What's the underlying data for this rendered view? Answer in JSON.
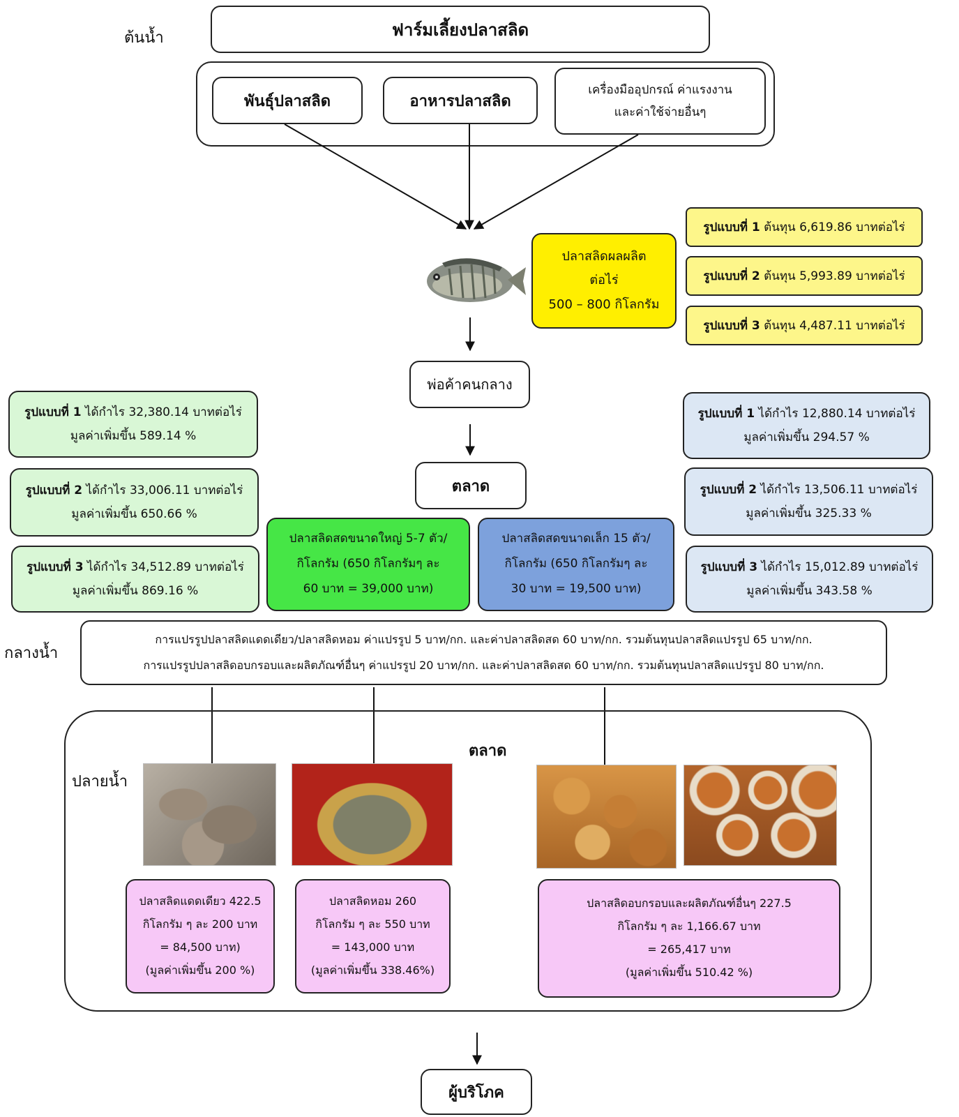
{
  "stages": {
    "upstream": "ต้นน้ำ",
    "midstream": "กลางน้ำ",
    "downstream": "ปลายน้ำ"
  },
  "farm": {
    "title": "ฟาร์มเลี้ยงปลาสลิด"
  },
  "inputs": {
    "seed": "พันธุ์ปลาสลิด",
    "feed": "อาหารปลาสลิด",
    "equipment_line1": "เครื่องมืออุปกรณ์ ค่าแรงงาน",
    "equipment_line2": "และค่าใช้จ่ายอื่นๆ"
  },
  "yield": {
    "line1": "ปลาสลิดผลผลิต",
    "line2": "ต่อไร่",
    "line3": "500 – 800 กิโลกรัม"
  },
  "costs": [
    {
      "label": "รูปแบบที่ 1",
      "text": "ต้นทุน 6,619.86 บาทต่อไร่"
    },
    {
      "label": "รูปแบบที่ 2",
      "text": "ต้นทุน 5,993.89 บาทต่อไร่"
    },
    {
      "label": "รูปแบบที่ 3",
      "text": "ต้นทุน 4,487.11 บาทต่อไร่"
    }
  ],
  "middleman": "พ่อค้าคนกลาง",
  "market_mid": "ตลาด",
  "profits_large": [
    {
      "label": "รูปแบบที่ 1",
      "text": "ได้กำไร 32,380.14 บาทต่อไร่",
      "value_added": "มูลค่าเพิ่มขึ้น 589.14 %"
    },
    {
      "label": "รูปแบบที่ 2",
      "text": "ได้กำไร 33,006.11 บาทต่อไร่",
      "value_added": "มูลค่าเพิ่มขึ้น 650.66 %"
    },
    {
      "label": "รูปแบบที่ 3",
      "text": "ได้กำไร 34,512.89 บาทต่อไร่",
      "value_added": "มูลค่าเพิ่มขึ้น 869.16 %"
    }
  ],
  "profits_small": [
    {
      "label": "รูปแบบที่ 1",
      "text": "ได้กำไร 12,880.14 บาทต่อไร่",
      "value_added": "มูลค่าเพิ่มขึ้น 294.57 %"
    },
    {
      "label": "รูปแบบที่ 2",
      "text": "ได้กำไร 13,506.11 บาทต่อไร่",
      "value_added": "มูลค่าเพิ่มขึ้น 325.33 %"
    },
    {
      "label": "รูปแบบที่ 3",
      "text": "ได้กำไร 15,012.89 บาทต่อไร่",
      "value_added": "มูลค่าเพิ่มขึ้น 343.58 %"
    }
  ],
  "fresh_large": {
    "line1": "ปลาสลิดสดขนาดใหญ่ 5-7 ตัว/",
    "line2": "กิโลกรัม (650 กิโลกรัมๆ ละ",
    "line3": "60 บาท = 39,000 บาท)"
  },
  "fresh_small": {
    "line1": "ปลาสลิดสดขนาดเล็ก 15 ตัว/",
    "line2": "กิโลกรัม (650 กิโลกรัมๆ ละ",
    "line3": "30 บาท = 19,500 บาท)"
  },
  "processing": {
    "line1": "การแปรรูปปลาสลิดแดดเดียว/ปลาสลิดหอม ค่าแปรรูป 5 บาท/กก. และค่าปลาสลิดสด 60 บาท/กก. รวมต้นทุนปลาสลิดแปรรูป 65 บาท/กก.",
    "line2": "การแปรรูปปลาสลิดอบกรอบและผลิตภัณฑ์อื่นๆ  ค่าแปรรูป 20 บาท/กก. และค่าปลาสลิดสด 60 บาท/กก. รวมต้นทุนปลาสลิดแปรรูป 80 บาท/กก."
  },
  "market_down": "ตลาด",
  "products": [
    {
      "line1": "ปลาสลิดแดดเดียว 422.5",
      "line2": "กิโลกรัม ๆ ละ 200 บาท",
      "line3": "= 84,500  บาท)",
      "line4": "(มูลค่าเพิ่มขึ้น 200 %)"
    },
    {
      "line1": "ปลาสลิดหอม 260",
      "line2": "กิโลกรัม ๆ ละ 550 บาท",
      "line3": "= 143,000 บาท",
      "line4": "(มูลค่าเพิ่มขึ้น 338.46%)"
    },
    {
      "line1": "ปลาสลิดอบกรอบและผลิตภัณฑ์อื่นๆ 227.5",
      "line2": "กิโลกรัม ๆ ละ 1,166.67 บาท",
      "line3": "= 265,417 บาท",
      "line4": "(มูลค่าเพิ่มขึ้น 510.42 %)"
    }
  ],
  "consumer": "ผู้บริโภค",
  "colors": {
    "cost": "#fdf68a",
    "yield": "#ffef00",
    "green": "#d9f7d6",
    "blue": "#dce7f4",
    "bright_green": "#46e646",
    "mid_blue": "#7da1dc",
    "pink": "#f7c8f7"
  }
}
